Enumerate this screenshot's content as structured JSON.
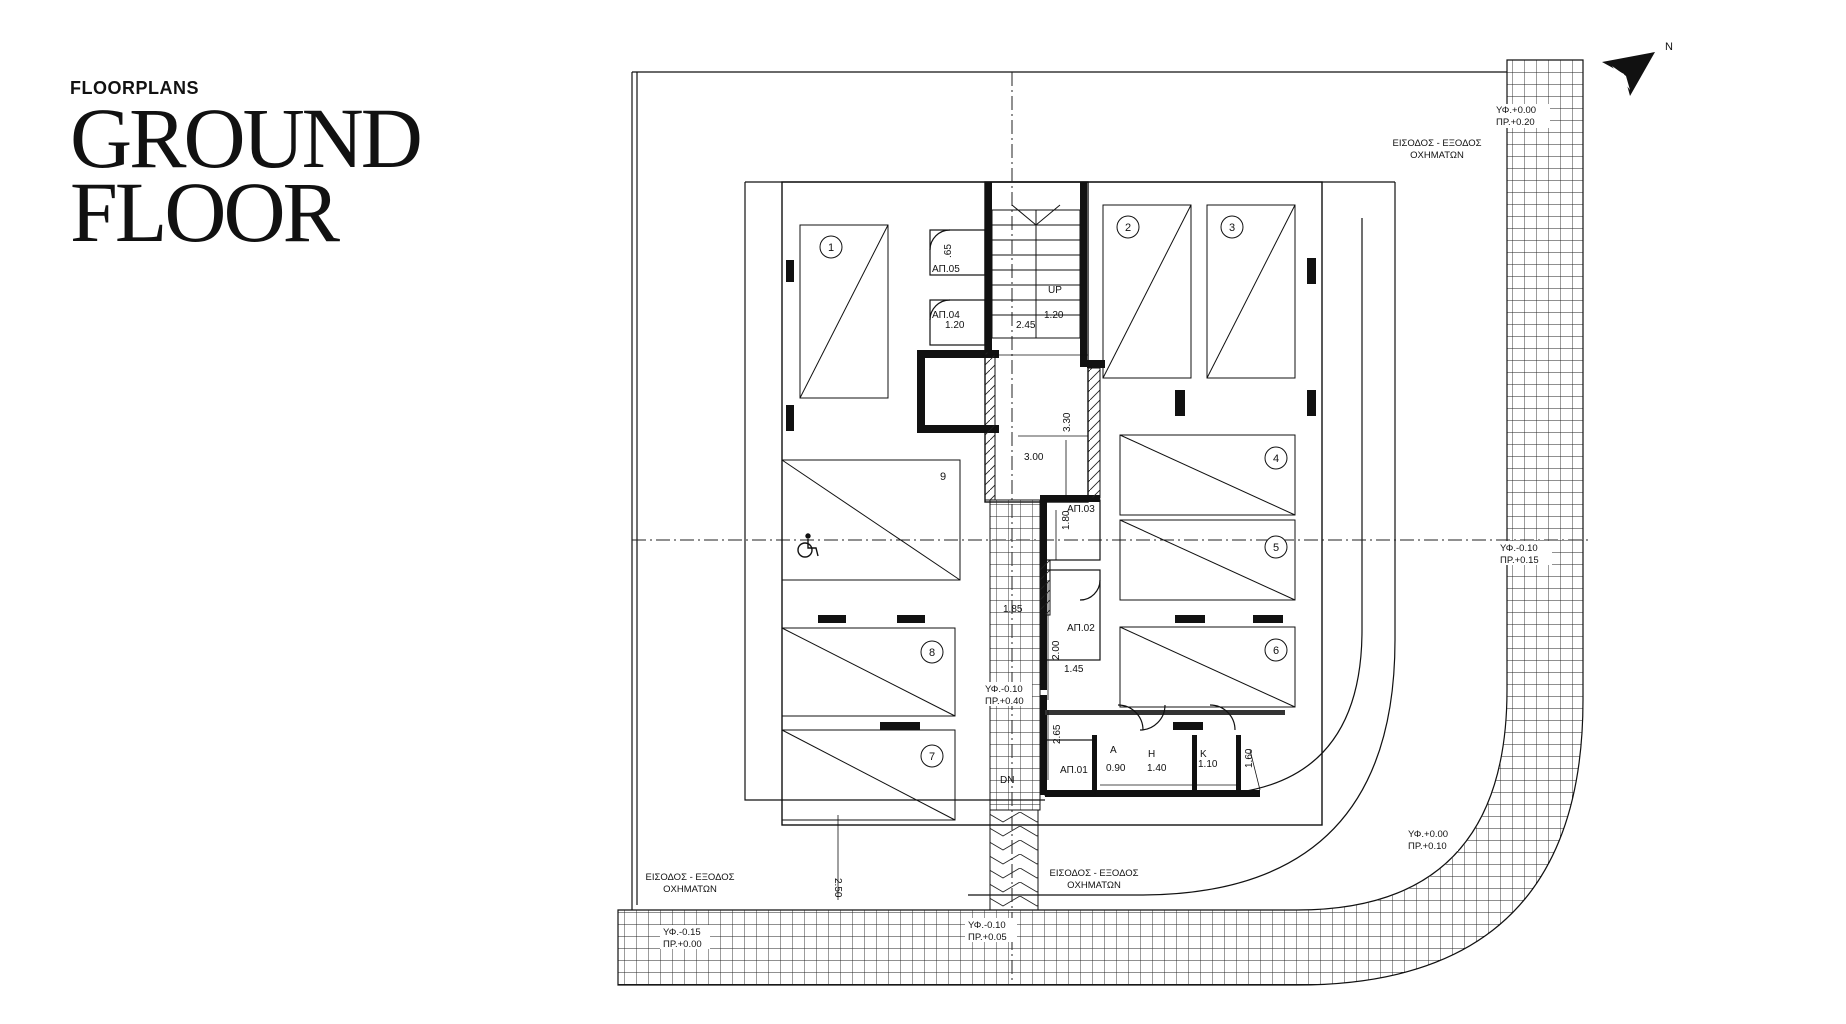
{
  "header": {
    "eyebrow": "FLOORPLANS",
    "title_line1": "GROUND",
    "title_line2": "FLOOR"
  },
  "north": "N",
  "parking_numbers": [
    "1",
    "2",
    "3",
    "4",
    "5",
    "6",
    "7",
    "8",
    "9"
  ],
  "storage_labels": [
    "ΑΠ.05",
    "ΑΠ.04",
    "ΑΠ.03",
    "ΑΠ.02",
    "ΑΠ.01"
  ],
  "stair": {
    "up": "UP",
    "down": "DN"
  },
  "rooms": {
    "a": "Α",
    "h": "Η",
    "k": "Κ"
  },
  "dimensions": {
    "d_065": ".65",
    "d_120a": "1.20",
    "d_120b": "1.20",
    "d_245": "2.45",
    "d_330": "3.30",
    "d_300": "3.00",
    "d_180": "1.80",
    "d_185": "1.85",
    "d_200": "2.00",
    "d_145": "1.45",
    "d_265": "2.65",
    "d_090": "0.90",
    "d_140": "1.40",
    "d_110": "1.10",
    "d_160": "1.60",
    "d_250": "2.50"
  },
  "entrance_label_1": "ΕΙΣΟΔΟΣ - ΕΞΟΔΟΣ",
  "entrance_label_2": "ΟΧΗΜΑΤΩΝ",
  "levels": {
    "top_right_a": "ΥΦ.+0.00",
    "top_right_b": "ΠΡ.+0.20",
    "mid_right_a": "ΥΦ.-0.10",
    "mid_right_b": "ΠΡ.+0.15",
    "low_right_a": "ΥΦ.+0.00",
    "low_right_b": "ΠΡ.+0.10",
    "center_a": "ΥΦ.-0.10",
    "center_b": "ΠΡ.+0.40",
    "bottom_left_a": "ΥΦ.-0.15",
    "bottom_left_b": "ΠΡ.+0.00",
    "bottom_mid_a": "ΥΦ.-0.10",
    "bottom_mid_b": "ΠΡ.+0.05"
  }
}
